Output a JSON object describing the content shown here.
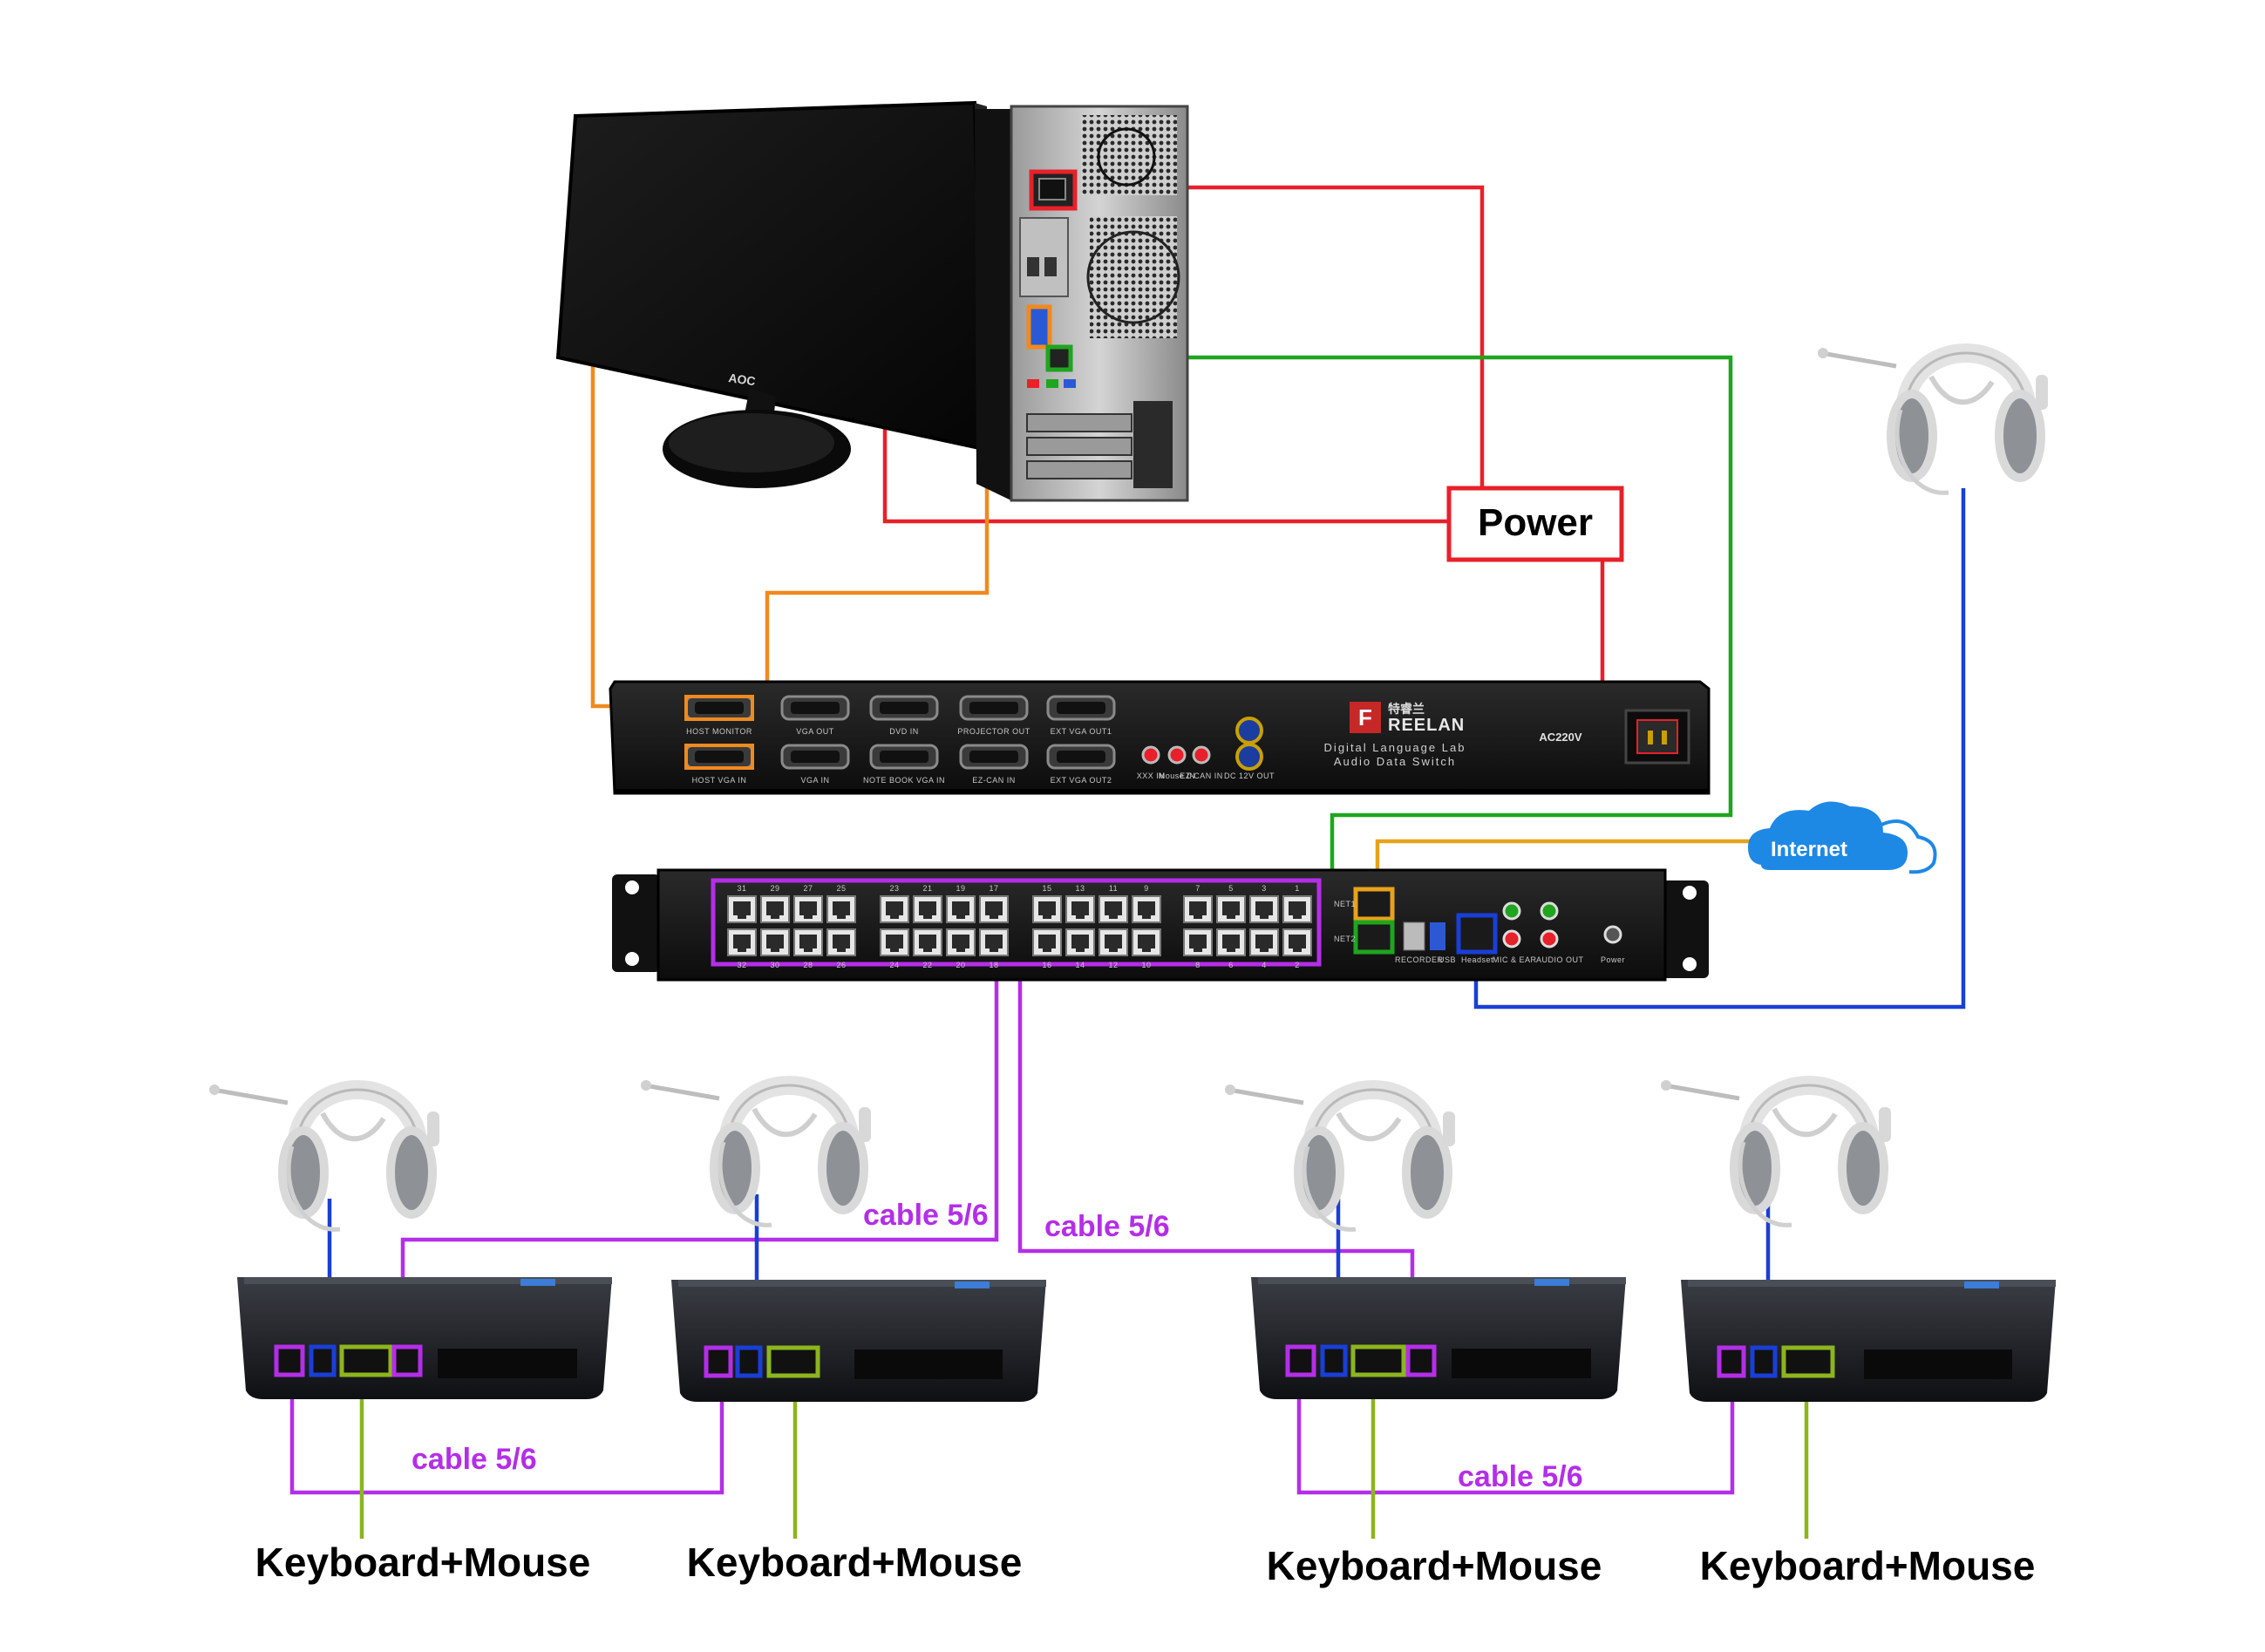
{
  "colors": {
    "power": "#e8202a",
    "vga": "#f08a1e",
    "network": "#1fa51f",
    "internet": "#e8a21a",
    "audio": "#1a3fd6",
    "student_cable": "#b42ee8",
    "keyboard_mouse": "#8cb51e",
    "internet_cloud": "#1e88e5"
  },
  "labels": {
    "power": "Power",
    "internet": "Internet",
    "cable": "cable 5/6",
    "keyboard_mouse": "Keyboard+Mouse",
    "monitor_brand": "AOC"
  },
  "switch_box": {
    "brand": "REELAN",
    "brand_cn": "特睿兰",
    "line1": "Digital Language Lab",
    "line2": "Audio Data Switch",
    "ac": "AC220V",
    "top_ports": [
      "HOST MONITOR",
      "VGA OUT",
      "DVD IN",
      "PROJECTOR OUT",
      "EXT VGA OUT1"
    ],
    "bottom_ports": [
      "HOST VGA IN",
      "VGA IN",
      "NOTE BOOK VGA IN",
      "EZ-CAN IN",
      "EXT VGA OUT2"
    ],
    "audio_ports": [
      "XXX IN",
      "Mouse IN",
      "EZ-CAN IN"
    ],
    "dc": "DC 12V OUT"
  },
  "network_switch": {
    "top_numbers": [
      "31",
      "29",
      "27",
      "25",
      "23",
      "21",
      "19",
      "17",
      "15",
      "13",
      "11",
      "9",
      "7",
      "5",
      "3",
      "1"
    ],
    "bottom_numbers": [
      "32",
      "30",
      "28",
      "26",
      "24",
      "22",
      "20",
      "18",
      "16",
      "14",
      "12",
      "10",
      "8",
      "6",
      "4",
      "2"
    ],
    "net1": "NET1",
    "net2": "NET2",
    "recorder": "RECORDER",
    "usb": "USB",
    "headset": "Headset",
    "mic": "MIC & EAR",
    "audio_out": "AUDIO OUT",
    "power": "Power"
  }
}
